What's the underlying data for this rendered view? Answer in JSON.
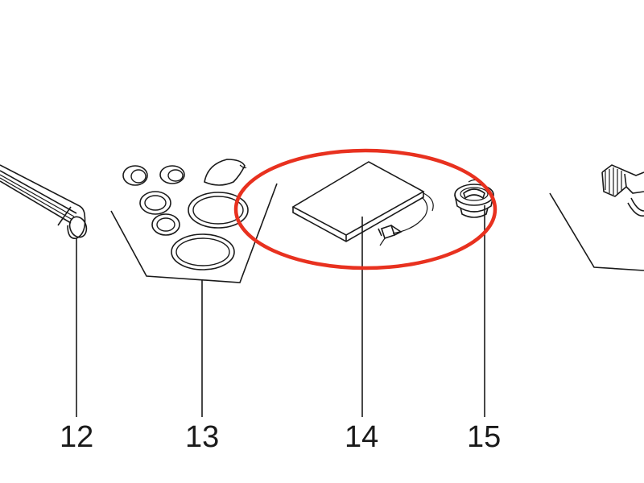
{
  "parts": [
    {
      "number": "12"
    },
    {
      "number": "13"
    },
    {
      "number": "14"
    },
    {
      "number": "15"
    }
  ],
  "highlight_color": "#e8311f",
  "line_color": "#1a1a1a"
}
